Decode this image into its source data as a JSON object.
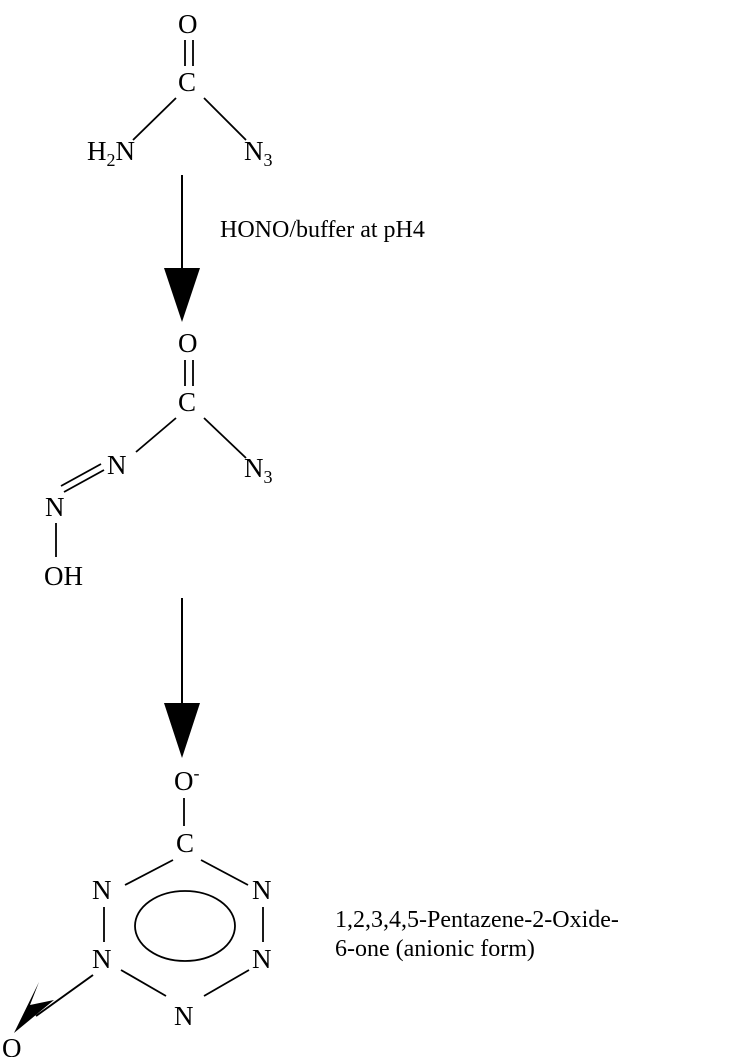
{
  "molecule_1": {
    "oxygen": "O",
    "carbon": "C",
    "amine_left": {
      "main": "H",
      "sub": "2",
      "tail": "N"
    },
    "azide_right": {
      "main": "N",
      "sub": "3"
    }
  },
  "reaction_1": {
    "condition": "HONO/buffer at pH4"
  },
  "molecule_2": {
    "oxygen": "O",
    "carbon": "C",
    "nitrogen_left": "N",
    "azide_right": {
      "main": "N",
      "sub": "3"
    },
    "nitrogen_low": "N",
    "hydroxyl": "OH"
  },
  "molecule_3": {
    "oxygen_top": {
      "main": "O",
      "sup": "-"
    },
    "carbon": "C",
    "ring_n_upper_left": "N",
    "ring_n_upper_right": "N",
    "ring_n_lower_left": "N",
    "ring_n_lower_right": "N",
    "ring_n_bottom": "N",
    "oxygen_bottom": "O",
    "name_line_1": "1,2,3,4,5-Pentazene-2-Oxide-",
    "name_line_2": "6-one (anionic form)"
  }
}
